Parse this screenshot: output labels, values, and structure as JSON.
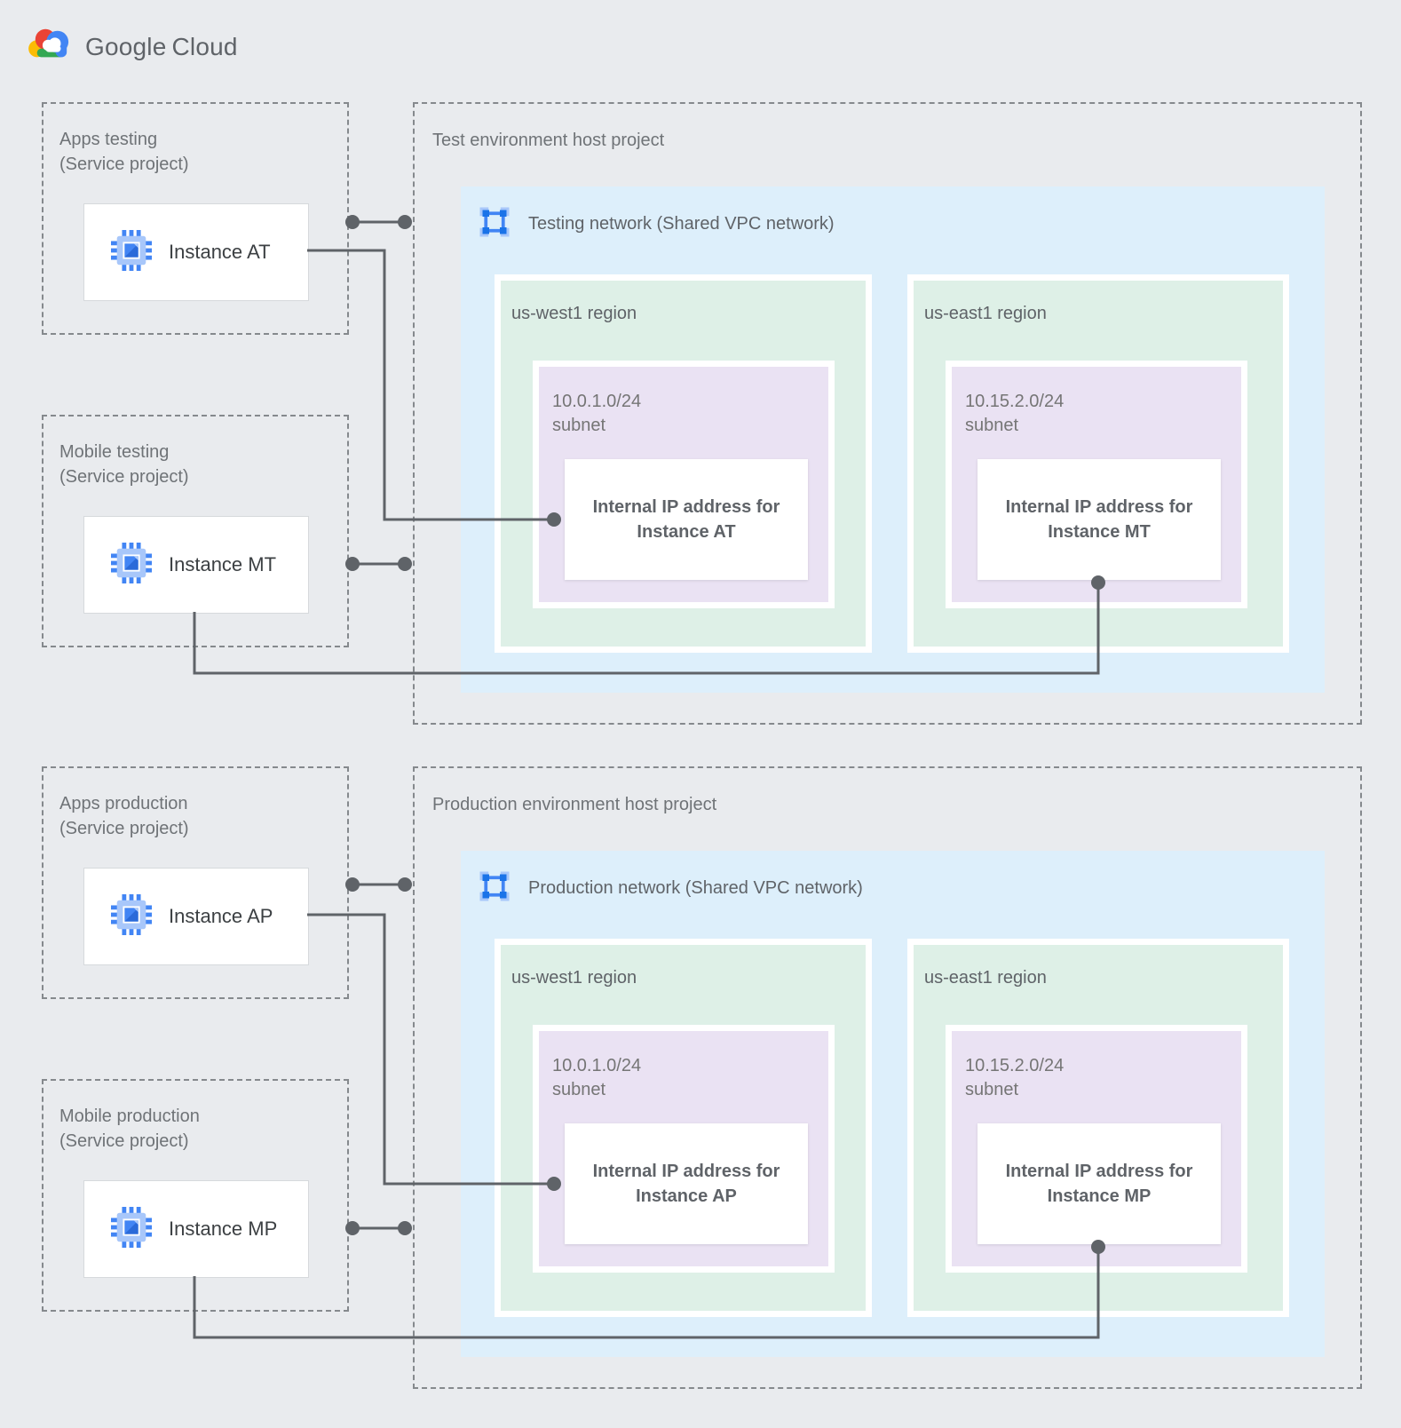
{
  "logo": {
    "brand": "Google",
    "product": "Cloud"
  },
  "sections": [
    {
      "host_label": "Test environment host project",
      "network_label": "Testing network (Shared VPC network)",
      "service_projects": [
        {
          "name": "Apps testing",
          "type": "(Service project)",
          "instance_label": "Instance AT"
        },
        {
          "name": "Mobile testing",
          "type": "(Service project)",
          "instance_label": "Instance MT"
        }
      ],
      "regions": [
        {
          "name": "us-west1 region",
          "subnet_cidr": "10.0.1.0/24",
          "subnet_word": "subnet",
          "ip_title": "Internal IP address for",
          "ip_instance": "Instance AT"
        },
        {
          "name": "us-east1 region",
          "subnet_cidr": "10.15.2.0/24",
          "subnet_word": "subnet",
          "ip_title": "Internal IP address for",
          "ip_instance": "Instance MT"
        }
      ]
    },
    {
      "host_label": "Production environment host project",
      "network_label": "Production network (Shared VPC network)",
      "service_projects": [
        {
          "name": "Apps production",
          "type": "(Service project)",
          "instance_label": "Instance AP"
        },
        {
          "name": "Mobile production",
          "type": "(Service project)",
          "instance_label": "Instance MP"
        }
      ],
      "regions": [
        {
          "name": "us-west1 region",
          "subnet_cidr": "10.0.1.0/24",
          "subnet_word": "subnet",
          "ip_title": "Internal IP address for",
          "ip_instance": "Instance AP"
        },
        {
          "name": "us-east1 region",
          "subnet_cidr": "10.15.2.0/24",
          "subnet_word": "subnet",
          "ip_title": "Internal IP address for",
          "ip_instance": "Instance MP"
        }
      ]
    }
  ],
  "colors": {
    "background": "#e9ebee",
    "network_fill": "#ddeffb",
    "region_fill": "#def0e7",
    "subnet_fill": "#eae2f3",
    "connector": "#5f6368",
    "google_blue": "#4285f4",
    "google_red": "#ea4335",
    "google_yellow": "#fbbc05",
    "google_green": "#34a853"
  }
}
